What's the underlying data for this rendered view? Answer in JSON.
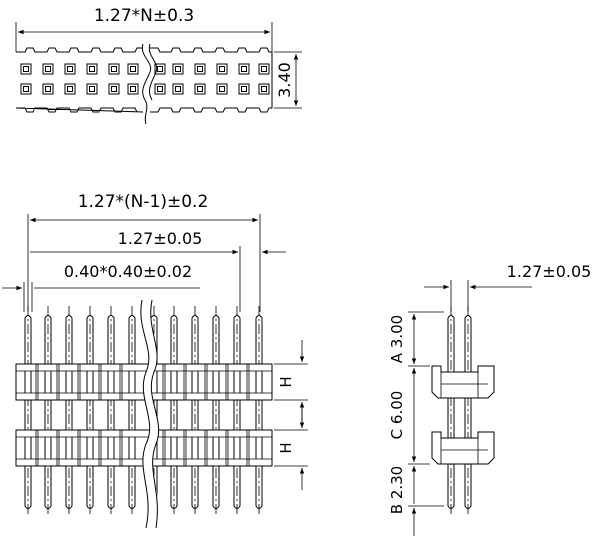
{
  "top_view": {
    "width_dim": "1.27*N±0.3",
    "height_dim": "3.40"
  },
  "front_view": {
    "overall_dim": "1.27*(N-1)±0.2",
    "pitch_dim": "1.27±0.05",
    "pin_dim": "0.40*0.40±0.02",
    "insulator_label_upper": "H",
    "insulator_label_lower": "H"
  },
  "side_view": {
    "pitch_dim": "1.27±0.05",
    "dim_a": "A 3.00",
    "dim_c": "C 6.00",
    "dim_b": "B 2.30"
  },
  "colors": {
    "line": "#000000",
    "background": "#ffffff"
  }
}
